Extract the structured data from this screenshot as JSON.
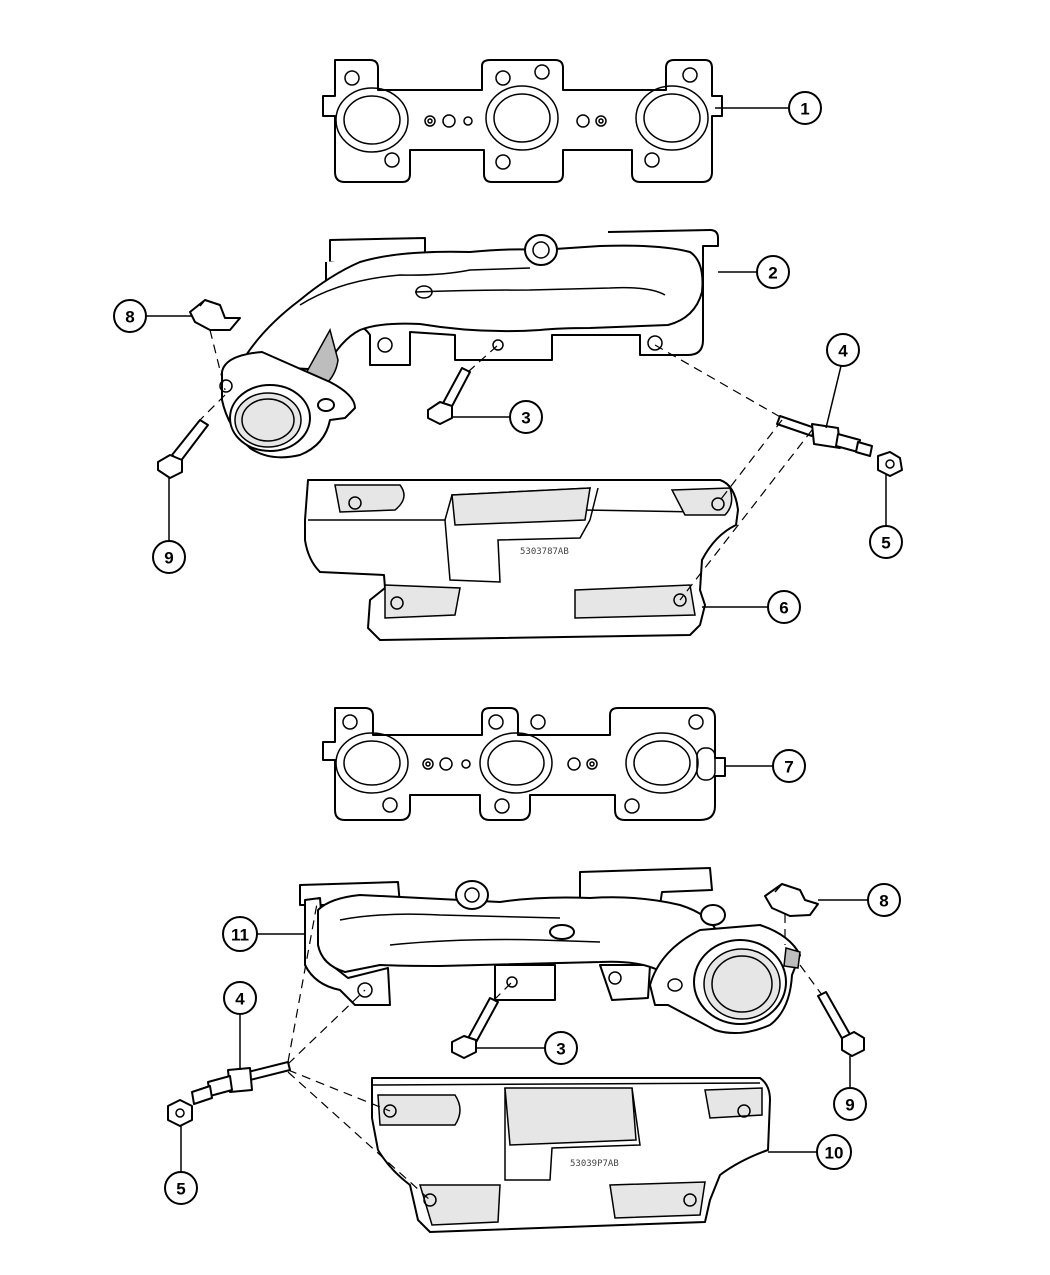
{
  "diagram": {
    "callouts": [
      {
        "id": "c1",
        "label": "1"
      },
      {
        "id": "c2",
        "label": "2"
      },
      {
        "id": "c3a",
        "label": "3"
      },
      {
        "id": "c4a",
        "label": "4"
      },
      {
        "id": "c5a",
        "label": "5"
      },
      {
        "id": "c6",
        "label": "6"
      },
      {
        "id": "c7",
        "label": "7"
      },
      {
        "id": "c8a",
        "label": "8"
      },
      {
        "id": "c9a",
        "label": "9"
      },
      {
        "id": "c3b",
        "label": "3"
      },
      {
        "id": "c4b",
        "label": "4"
      },
      {
        "id": "c5b",
        "label": "5"
      },
      {
        "id": "c8b",
        "label": "8"
      },
      {
        "id": "c9b",
        "label": "9"
      },
      {
        "id": "c10",
        "label": "10"
      },
      {
        "id": "c11",
        "label": "11"
      }
    ],
    "stamps": {
      "upper_shield": "5303787AB",
      "lower_shield": "53039P7AB"
    }
  }
}
